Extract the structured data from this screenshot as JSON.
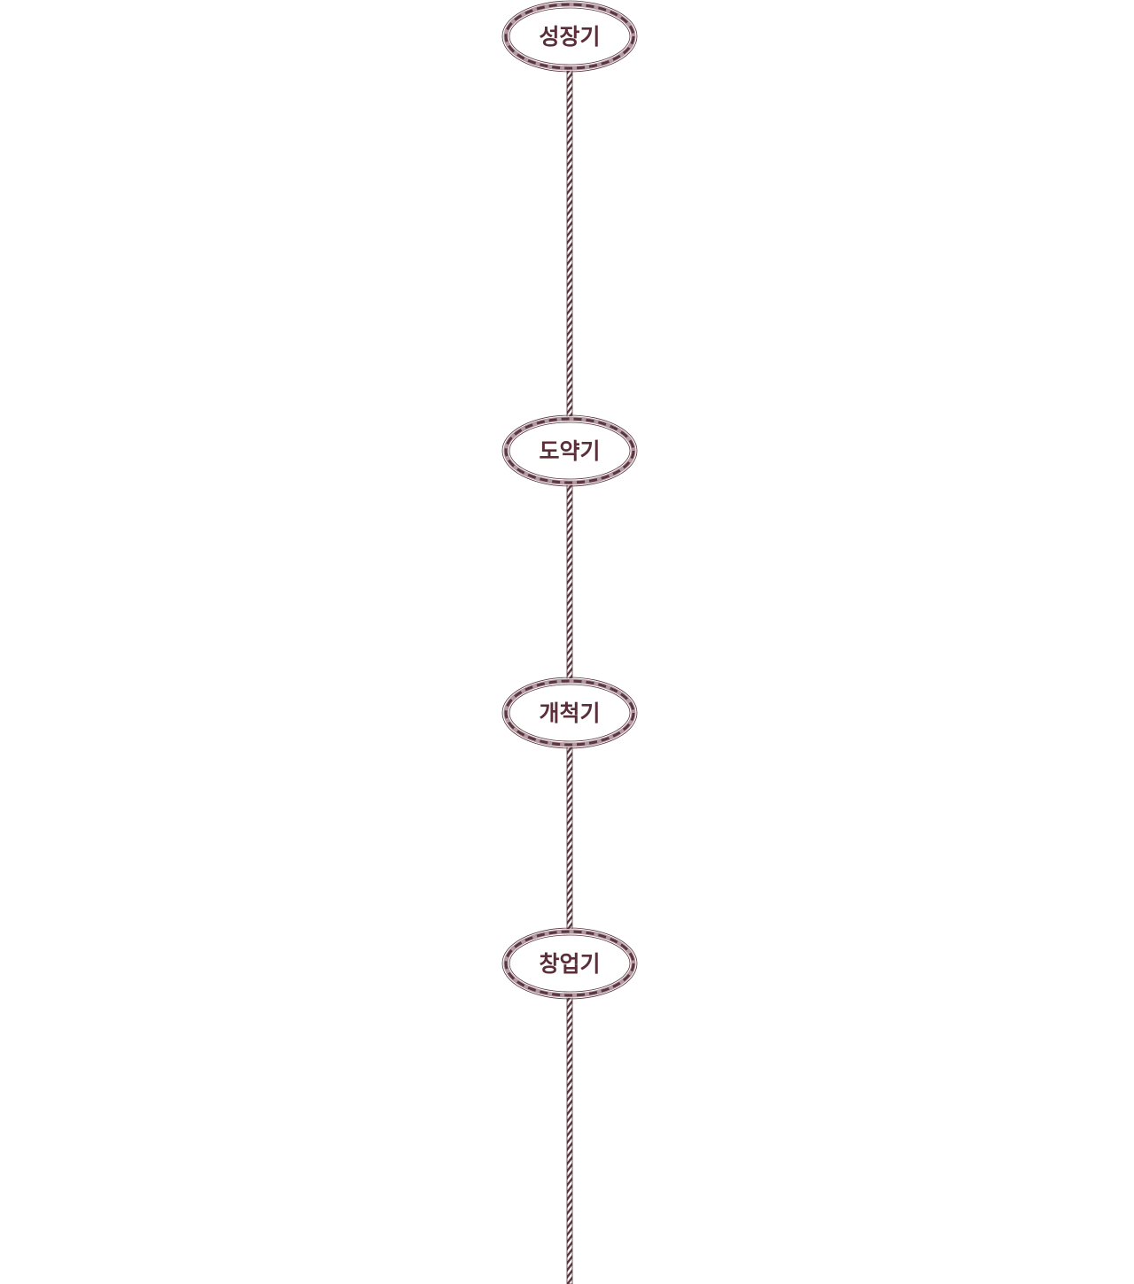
{
  "timeline": {
    "stages": [
      {
        "label": "성장기"
      },
      {
        "label": "도약기"
      },
      {
        "label": "개척기"
      },
      {
        "label": "창업기"
      }
    ]
  },
  "colors": {
    "rope_dark": "#5a3640",
    "rope_light": "#b39aa2",
    "text": "#5a2f3a",
    "background": "#ffffff"
  }
}
